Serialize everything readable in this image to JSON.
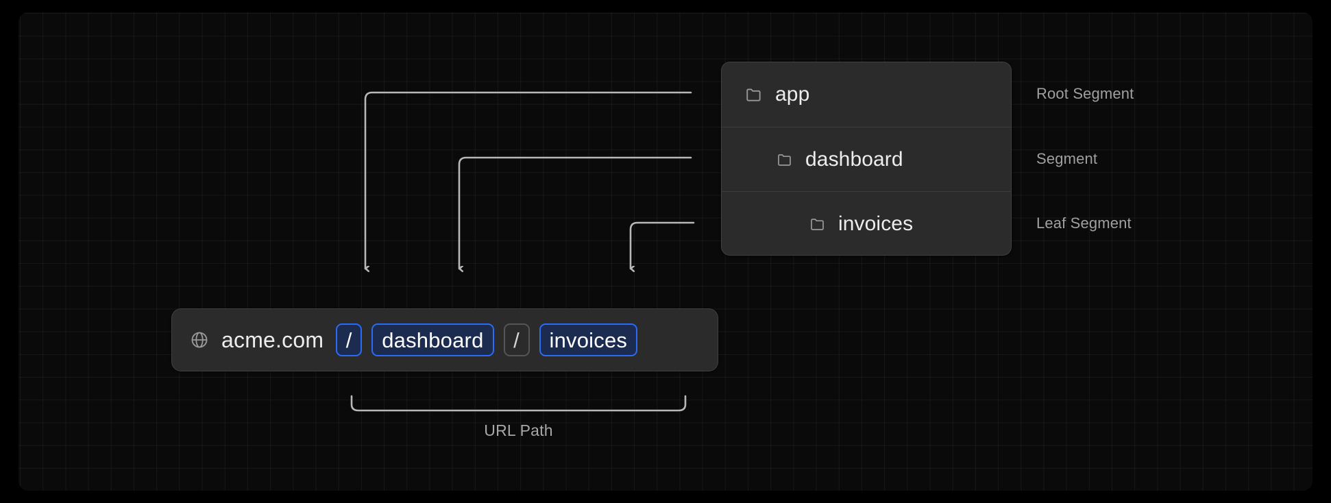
{
  "diagram": {
    "title": "URL path to app router segment mapping",
    "background_color": "#000000",
    "panel_color": "#0a0a0a",
    "grid_color": "rgba(255,255,255,0.055)",
    "accent_color": "#2b6bf5",
    "connector_color": "#b8b8b8"
  },
  "folder_tree": {
    "rows": [
      {
        "label": "app",
        "icon": "folder-icon",
        "depth": 0
      },
      {
        "label": "dashboard",
        "icon": "folder-icon",
        "depth": 1
      },
      {
        "label": "invoices",
        "icon": "folder-icon",
        "depth": 2
      }
    ]
  },
  "annotations": {
    "root": "Root Segment",
    "segment": "Segment",
    "leaf": "Leaf Segment"
  },
  "url_bar": {
    "globe_icon": "globe-icon",
    "host": "acme.com",
    "chips": [
      {
        "text": "/",
        "kind": "slash-active",
        "name": "url-chip-slash-1"
      },
      {
        "text": "dashboard",
        "kind": "segment",
        "name": "url-chip-dashboard"
      },
      {
        "text": "/",
        "kind": "slash-plain",
        "name": "url-chip-slash-2"
      },
      {
        "text": "invoices",
        "kind": "segment",
        "name": "url-chip-invoices"
      }
    ]
  },
  "url_path": {
    "caption": "URL Path"
  },
  "connectors": [
    {
      "name": "connector-app",
      "from": "app-row",
      "to": "url-chip-slash-1"
    },
    {
      "name": "connector-dashboard",
      "from": "dashboard-row",
      "to": "url-chip-dashboard"
    },
    {
      "name": "connector-invoices",
      "from": "invoices-row",
      "to": "url-chip-invoices"
    }
  ]
}
